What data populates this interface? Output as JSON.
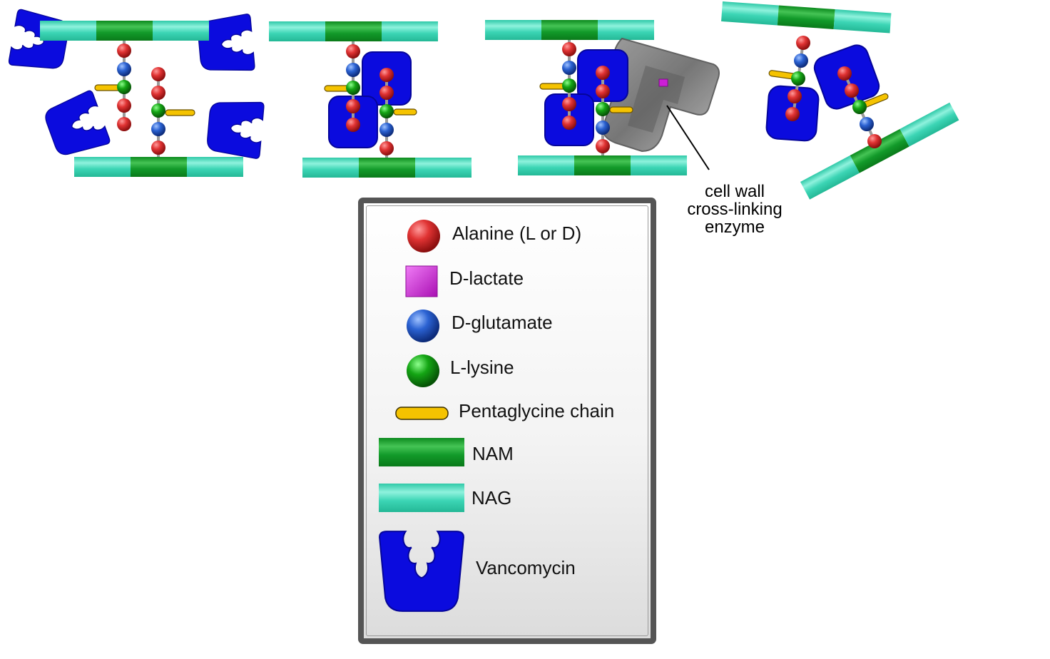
{
  "annotation": {
    "line1": "cell wall",
    "line2": "cross-linking",
    "line3": "enzyme"
  },
  "legend": {
    "items": [
      {
        "key": "alanine",
        "label": "Alanine (L or D)",
        "color": "#d42b2b",
        "icon": "red-sphere"
      },
      {
        "key": "d_lactate",
        "label": "D-lactate",
        "color": "#cc1fd6",
        "icon": "magenta-square"
      },
      {
        "key": "d_glutamate",
        "label": "D-glutamate",
        "color": "#1f57c7",
        "icon": "blue-sphere"
      },
      {
        "key": "l_lysine",
        "label": "L-lysine",
        "color": "#139a13",
        "icon": "green-sphere"
      },
      {
        "key": "pentaglycine",
        "label": "Pentaglycine chain",
        "color": "#f5c300",
        "icon": "yellow-bar"
      },
      {
        "key": "nam",
        "label": "NAM",
        "color": "#129a2a",
        "icon": "dark-green-block"
      },
      {
        "key": "nag",
        "label": "NAG",
        "color": "#3fd6b8",
        "icon": "teal-block"
      },
      {
        "key": "vancomycin",
        "label": "Vancomycin",
        "color": "#0b0bde",
        "icon": "vancomycin-shape"
      }
    ]
  }
}
